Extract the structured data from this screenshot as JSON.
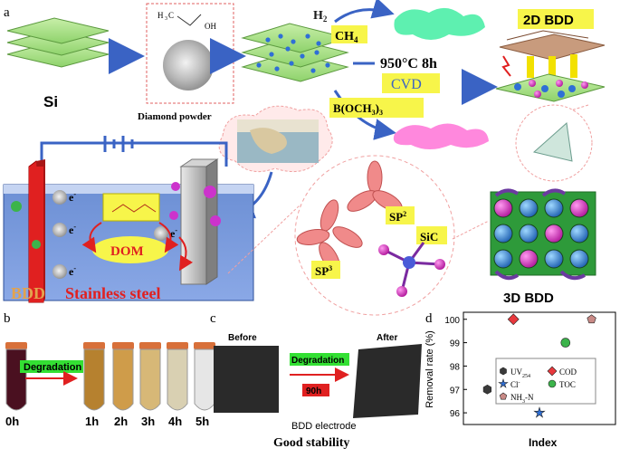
{
  "panel_a": {
    "label": "a",
    "si_label": "Si",
    "molecule": {
      "ch3": "H",
      "ch3_sub": "3",
      "ch3_c": "C",
      "oh": "OH"
    },
    "diamond_label": "Diamond powder",
    "h2": "H",
    "h2_sub": "2",
    "ch4": "CH",
    "ch4_sub": "4",
    "boron_a": "B(OCH",
    "boron_sub": "3",
    "boron_b": ")",
    "boron_sub2": "3",
    "condition": "950°C 8h",
    "cvd": "CVD",
    "bdd2d": "2D BDD",
    "bdd3d": "3D BDD",
    "sp2": "SP",
    "sp2_sup": "2",
    "sp3": "SP",
    "sp3_sup": "3",
    "sic": "SiC",
    "dom": "DOM",
    "electrons": [
      "e",
      "e",
      "e",
      "e"
    ],
    "electron_sup": "-",
    "bdd_label": "BDD",
    "steel_label": "Stainless steel"
  },
  "panel_b": {
    "label": "b",
    "degradation": "Degradation",
    "t0": "0h",
    "times": [
      "1h",
      "2h",
      "3h",
      "4h",
      "5h"
    ]
  },
  "panel_c": {
    "label": "c",
    "before": "Before",
    "after": "After",
    "degradation": "Degradation",
    "hours": "90h",
    "electrode": "BDD electrode",
    "stability": "Good stability"
  },
  "chart_data": {
    "type": "scatter",
    "label": "d",
    "ylabel": "Removal rate (%)",
    "xlabel": "Index",
    "ylim": [
      95.5,
      100.3
    ],
    "yticks": [
      96,
      97,
      98,
      99,
      100
    ],
    "points": [
      {
        "name": "UV",
        "sub": "254",
        "x": 1,
        "y": 97.0,
        "color": "#3a3a3a",
        "shape": "hexagon"
      },
      {
        "name": "COD",
        "x": 2,
        "y": 100.0,
        "color": "#e8383d",
        "shape": "diamond"
      },
      {
        "name": "Cl",
        "sup": "-",
        "x": 3,
        "y": 96.0,
        "color": "#2f6fd6",
        "shape": "star"
      },
      {
        "name": "TOC",
        "x": 4,
        "y": 99.0,
        "color": "#3cb44b",
        "shape": "circle"
      },
      {
        "name": "NH",
        "sub": "3",
        "tail": "-N",
        "x": 5,
        "y": 100.0,
        "color": "#c98a86",
        "shape": "pentagon"
      }
    ],
    "legend_position": "center"
  }
}
